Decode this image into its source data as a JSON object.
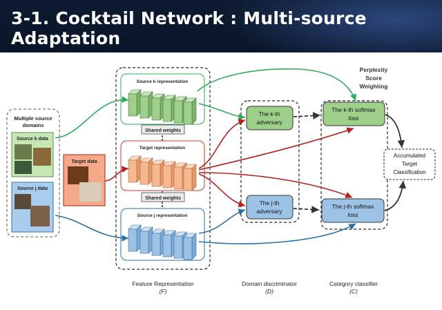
{
  "title": "3-1. Cocktail Network : Multi-source Adaptation",
  "diagram": {
    "multiple_source_domains": [
      "Multiple source",
      "domains"
    ],
    "source_k_data": "Source k data",
    "source_j_data": "Source j data",
    "target_data": "Target data",
    "source_k_representation": "Source k representation",
    "target_representation": "Target representation",
    "source_j_representation": "Source j representation",
    "shared_weights_1": "Shared weights",
    "shared_weights_2": "Shared weights",
    "kth_adversary": [
      "The k-th",
      "adversary"
    ],
    "jth_adversary": [
      "The j-th",
      "adversary"
    ],
    "kth_softmax": [
      "The k-th softmax",
      "loss"
    ],
    "jth_softmax": [
      "The j-th softmax",
      "loss"
    ],
    "perplexity": [
      "Perplexity",
      "Score",
      "Weighting"
    ],
    "accumulated": [
      "Accumulated",
      "Target",
      "Classification"
    ],
    "feature_representation": "Feature Representation",
    "feature_symbol": "(F)",
    "domain_discriminator": "Domain discriminator",
    "discriminator_symbol": "(D)",
    "category_classifier": "Category classifier",
    "classifier_symbol": "(C)"
  },
  "colors": {
    "header_bg": "#0d1a30",
    "green": "#9ed08c",
    "orange": "#f6b98f",
    "blue": "#9cc3e6",
    "green_arrow": "#2eab5a",
    "red_arrow": "#b3201d",
    "blue_arrow": "#2a6fa8"
  }
}
